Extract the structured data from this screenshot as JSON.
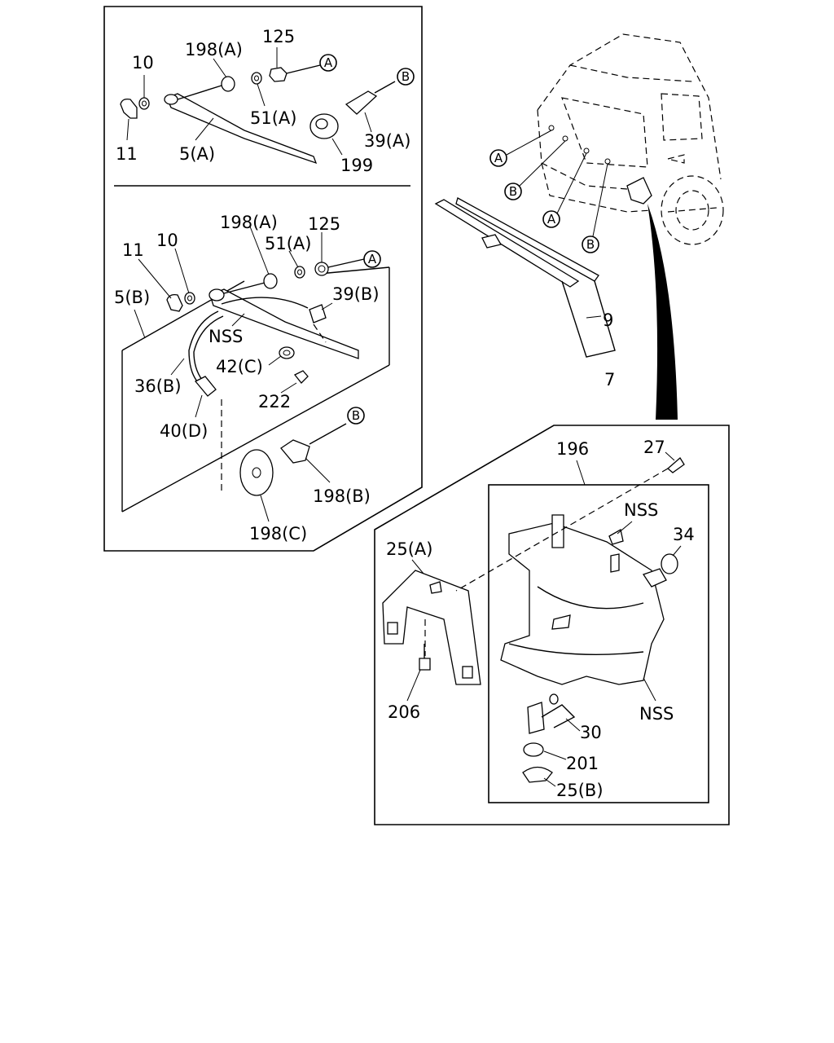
{
  "labels": {
    "top_10": "10",
    "top_198a": "198(A)",
    "top_125": "125",
    "top_51a": "51(A)",
    "top_39a": "39(A)",
    "top_199": "199",
    "top_11": "11",
    "top_5a": "5(A)",
    "mid_198a": "198(A)",
    "mid_125": "125",
    "mid_11": "11",
    "mid_10": "10",
    "mid_51a": "51(A)",
    "mid_5b": "5(B)",
    "mid_39b": "39(B)",
    "mid_nss": "NSS",
    "mid_42c": "42(C)",
    "mid_36b": "36(B)",
    "mid_222": "222",
    "mid_40d": "40(D)",
    "mid_198b": "198(B)",
    "mid_198c": "198(C)",
    "blade_9": "9",
    "blade_7": "7",
    "tank_196": "196",
    "tank_27": "27",
    "tank_nss_top": "NSS",
    "tank_34": "34",
    "tank_25a": "25(A)",
    "tank_206": "206",
    "tank_30": "30",
    "tank_nss_side": "NSS",
    "tank_201": "201",
    "tank_25b": "25(B)"
  },
  "reference_markers": {
    "a": "A",
    "b": "B"
  },
  "colors": {
    "line": "#000000",
    "background": "#ffffff"
  }
}
